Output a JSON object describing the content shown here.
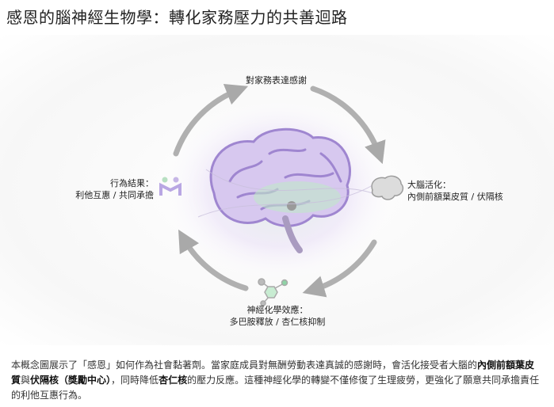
{
  "title": "感恩的腦神經生物學：轉化家務壓力的共善迴路",
  "diagram": {
    "top": {
      "line1": "對家務表達感謝"
    },
    "right": {
      "line1": "大腦活化：",
      "line2": "內側前額葉皮質 / 伏隔核",
      "icon": "brain-icon"
    },
    "bottom": {
      "line1": "神經化學效應：",
      "line2": "多巴胺釋放 / 杏仁核抑制",
      "icon": "molecule-icon"
    },
    "left": {
      "line1": "行為結果：",
      "line2": "利他互惠 / 共同承擔",
      "icon": "handshake-icon"
    },
    "colors": {
      "brain_purple": "#a98fd6",
      "glow_green": "#b8e6c4",
      "arrow_gray": "#a9a9a9"
    }
  },
  "caption": {
    "p1": "本概念圖展示了「感恩」如何作為社會黏著劑。當家庭成員對無酬勞動表達真誠的感謝時，會活化接受者大腦的",
    "b1": "內側前額葉皮質",
    "p2": "與",
    "b2": "伏隔核（獎勵中心）",
    "p3": "，同時降低",
    "b3": "杏仁核",
    "p4": "的壓力反應。這種神經化學的轉變不僅修復了生理疲勞，更強化了願意共同承擔責任的利他互惠行為。"
  }
}
